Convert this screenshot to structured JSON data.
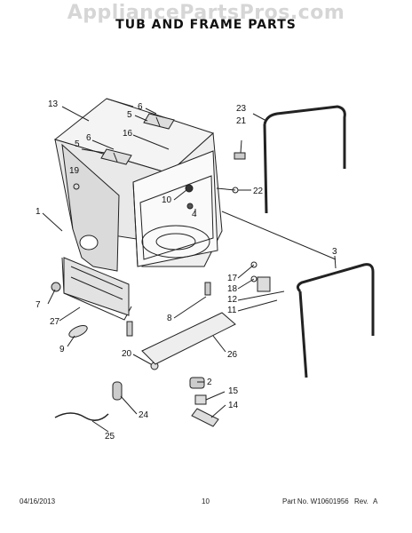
{
  "watermark": "AppliancePartsPros.com",
  "title": "TUB AND FRAME PARTS",
  "callouts": [
    "1",
    "2",
    "3",
    "4",
    "5",
    "5",
    "6",
    "6",
    "7",
    "8",
    "9",
    "10",
    "11",
    "12",
    "13",
    "14",
    "15",
    "16",
    "17",
    "18",
    "19",
    "20",
    "21",
    "22",
    "23",
    "24",
    "25",
    "26",
    "27"
  ],
  "footer": {
    "date": "04/16/2013",
    "page": "10",
    "part_no": "Part No. W10601956",
    "rev_label": "Rev.",
    "rev_value": "A"
  }
}
